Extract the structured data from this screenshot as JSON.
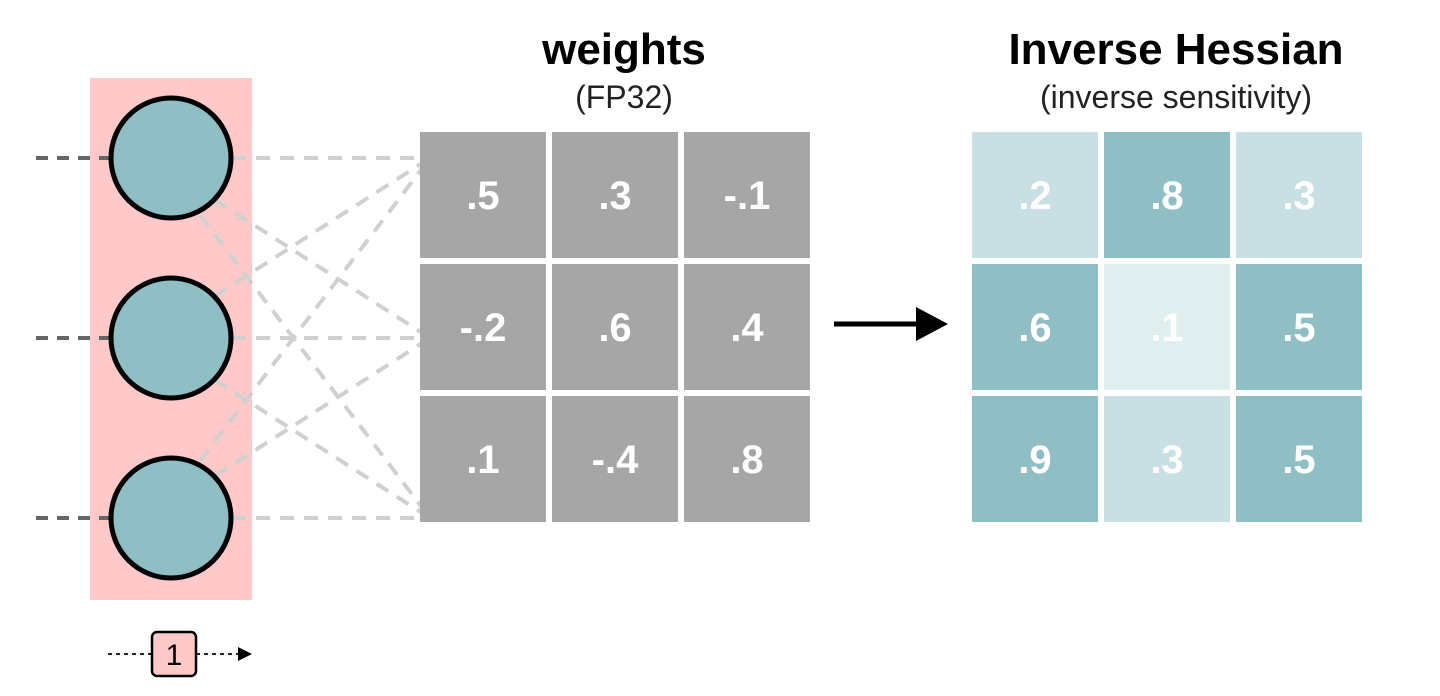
{
  "weights": {
    "title": "weights",
    "subtitle": "(FP32)",
    "cells": [
      [
        ".5",
        ".3",
        "-.1"
      ],
      [
        "-.2",
        ".6",
        ".4"
      ],
      [
        ".1",
        "-.4",
        ".8"
      ]
    ],
    "color": "#a6a6a6"
  },
  "hessian": {
    "title": "Inverse Hessian",
    "subtitle": "(inverse sensitivity)",
    "cells": [
      [
        ".2",
        ".8",
        ".3"
      ],
      [
        ".6",
        ".1",
        ".5"
      ],
      [
        ".9",
        ".3",
        ".5"
      ]
    ],
    "shades": [
      [
        "light",
        "dark",
        "light"
      ],
      [
        "dark",
        "lightest",
        "dark"
      ],
      [
        "dark",
        "light",
        "dark"
      ]
    ],
    "colors": {
      "dark": "#8fbec5",
      "light": "#c8e0e4",
      "lightest": "#e0eeef"
    }
  },
  "neurons": {
    "count": 3,
    "fill": "#8fbec5",
    "column_highlight": "#ffc9c9"
  },
  "step_indicator": {
    "label": "1",
    "box_fill": "#ffc9c9"
  }
}
